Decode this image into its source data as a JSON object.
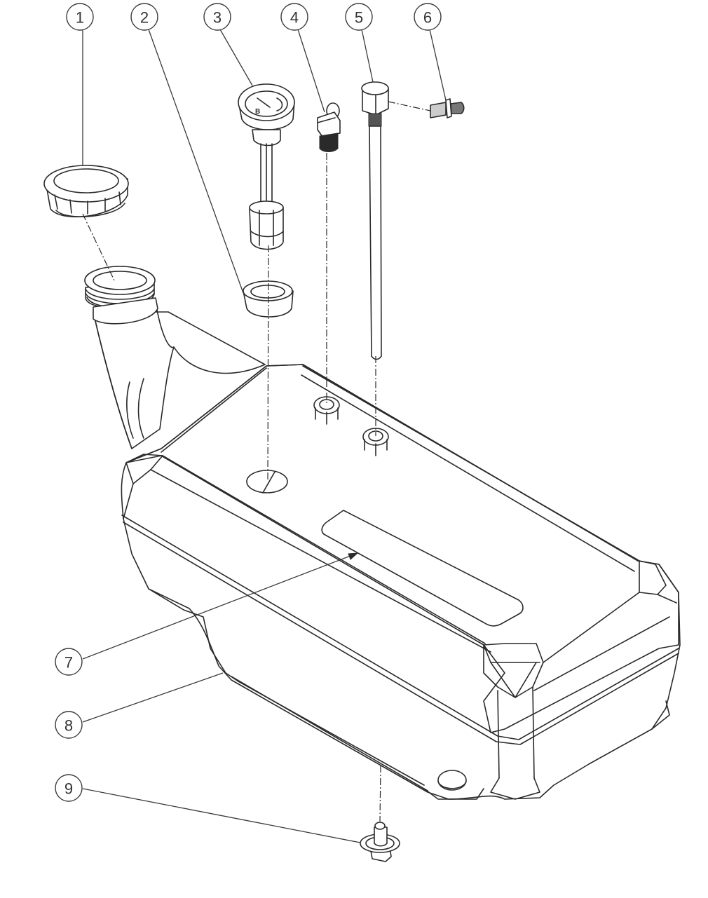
{
  "diagram": {
    "type": "exploded-parts-view",
    "subject": "fuel tank assembly",
    "background_color": "#ffffff",
    "line_color": "#2a2a2a",
    "callouts": [
      {
        "number": "1",
        "part": "filler cap"
      },
      {
        "number": "2",
        "part": "grommet / rubber bushing"
      },
      {
        "number": "3",
        "part": "fuel gauge sender with dial"
      },
      {
        "number": "4",
        "part": "elbow fitting"
      },
      {
        "number": "5",
        "part": "elbow fitting with pickup tube"
      },
      {
        "number": "6",
        "part": "straight fitting / adapter"
      },
      {
        "number": "7",
        "part": "label area on tank top"
      },
      {
        "number": "8",
        "part": "fuel tank body"
      },
      {
        "number": "9",
        "part": "drain plug with washer"
      }
    ]
  }
}
